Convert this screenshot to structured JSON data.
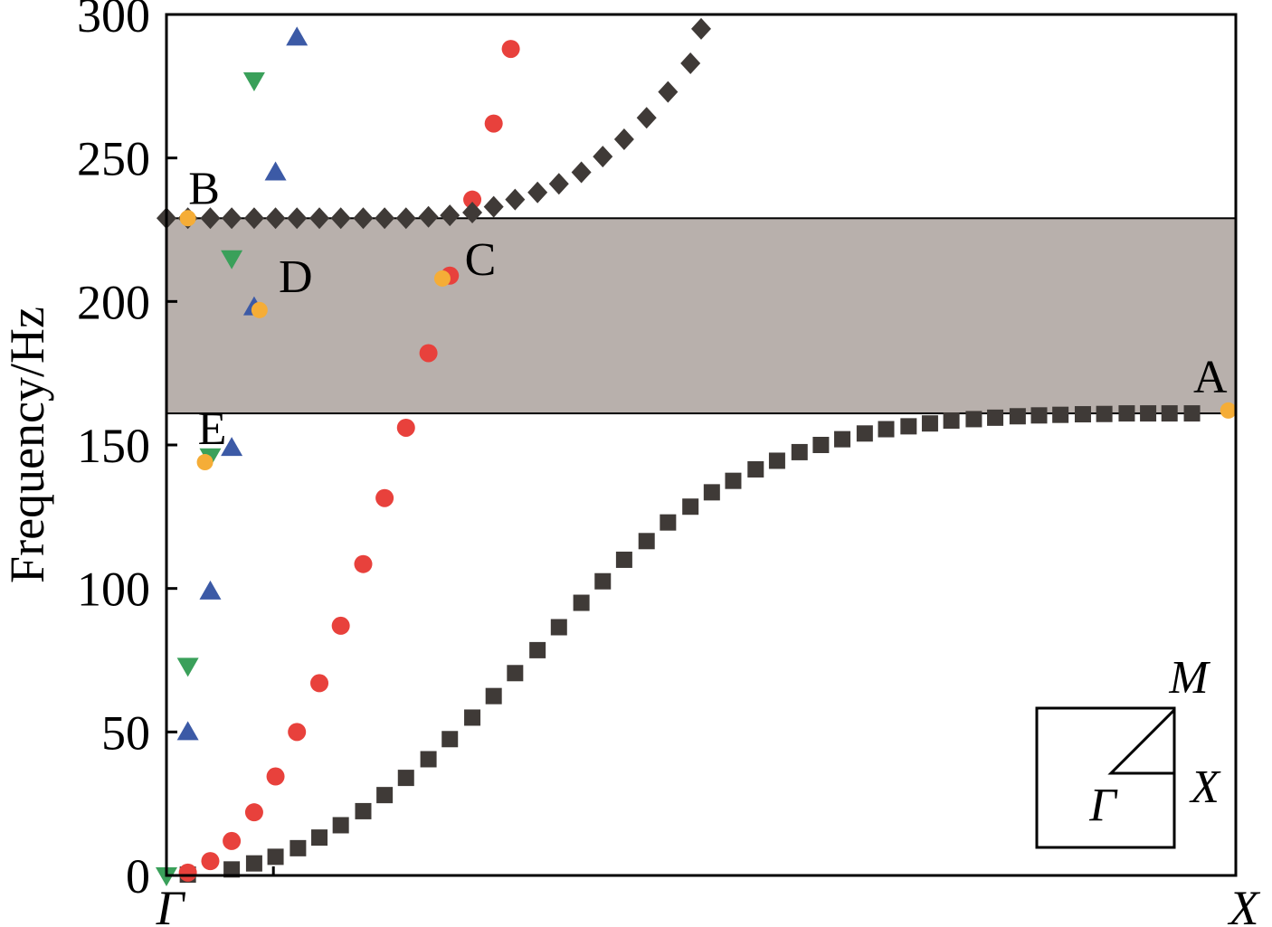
{
  "chart_data": {
    "type": "scatter",
    "title": "",
    "ylabel": "Frequency/Hz",
    "xlabel": "",
    "x_tick_labels": [
      "Γ",
      "X"
    ],
    "xlim": [
      0,
      1
    ],
    "ylim": [
      0,
      300
    ],
    "y_ticks": [
      0,
      50,
      100,
      150,
      200,
      250,
      300
    ],
    "y_tick_labels": [
      "0",
      "50",
      "100",
      "150",
      "200",
      "250",
      "300"
    ],
    "grid": false,
    "band_gap": {
      "from": 161,
      "to": 229,
      "color": "#b8b0ac"
    },
    "series": [
      {
        "marker": "square",
        "color": "#3f3a37",
        "points": [
          [
            0.02,
            0.3
          ],
          [
            0.061,
            2.1
          ],
          [
            0.082,
            4.2
          ],
          [
            0.102,
            6.5
          ],
          [
            0.123,
            9.5
          ],
          [
            0.143,
            13.2
          ],
          [
            0.163,
            17.5
          ],
          [
            0.184,
            22.4
          ],
          [
            0.204,
            28
          ],
          [
            0.224,
            34
          ],
          [
            0.245,
            40.5
          ],
          [
            0.265,
            47.5
          ],
          [
            0.286,
            55
          ],
          [
            0.306,
            62.5
          ],
          [
            0.326,
            70.5
          ],
          [
            0.347,
            78.5
          ],
          [
            0.367,
            86.5
          ],
          [
            0.388,
            95
          ],
          [
            0.408,
            102.5
          ],
          [
            0.428,
            110
          ],
          [
            0.449,
            116.5
          ],
          [
            0.469,
            123
          ],
          [
            0.49,
            128.5
          ],
          [
            0.51,
            133.5
          ],
          [
            0.53,
            137.5
          ],
          [
            0.551,
            141.5
          ],
          [
            0.571,
            144.5
          ],
          [
            0.592,
            147.5
          ],
          [
            0.612,
            150
          ],
          [
            0.632,
            152
          ],
          [
            0.653,
            154
          ],
          [
            0.673,
            155.5
          ],
          [
            0.694,
            156.5
          ],
          [
            0.714,
            157.5
          ],
          [
            0.734,
            158.5
          ],
          [
            0.755,
            159
          ],
          [
            0.775,
            159.5
          ],
          [
            0.796,
            160
          ],
          [
            0.816,
            160.3
          ],
          [
            0.836,
            160.5
          ],
          [
            0.857,
            160.7
          ],
          [
            0.877,
            160.8
          ],
          [
            0.898,
            161
          ],
          [
            0.918,
            161
          ],
          [
            0.938,
            161
          ],
          [
            0.959,
            161
          ]
        ]
      },
      {
        "marker": "circle",
        "color": "#e8413c",
        "points": [
          [
            0.02,
            1
          ],
          [
            0.041,
            5
          ],
          [
            0.061,
            12
          ],
          [
            0.082,
            22
          ],
          [
            0.102,
            34.5
          ],
          [
            0.122,
            50
          ],
          [
            0.143,
            67
          ],
          [
            0.163,
            87
          ],
          [
            0.184,
            108.5
          ],
          [
            0.204,
            131.5
          ],
          [
            0.224,
            156
          ],
          [
            0.245,
            182
          ],
          [
            0.265,
            209
          ],
          [
            0.286,
            235.5
          ],
          [
            0.306,
            262
          ],
          [
            0.322,
            288
          ]
        ]
      },
      {
        "marker": "triangle-up",
        "color": "#3c5aa6",
        "points": [
          [
            0.02,
            50
          ],
          [
            0.041,
            99
          ],
          [
            0.061,
            149
          ],
          [
            0.082,
            198
          ],
          [
            0.102,
            245
          ],
          [
            0.122,
            292
          ]
        ]
      },
      {
        "marker": "triangle-down",
        "color": "#3aa05a",
        "points": [
          [
            0.0,
            0
          ],
          [
            0.02,
            73
          ],
          [
            0.041,
            146
          ],
          [
            0.061,
            215
          ],
          [
            0.082,
            277
          ]
        ]
      },
      {
        "marker": "diamond",
        "color": "#3f3a37",
        "points": [
          [
            0.0,
            229
          ],
          [
            0.02,
            229
          ],
          [
            0.041,
            229
          ],
          [
            0.061,
            229
          ],
          [
            0.082,
            229
          ],
          [
            0.102,
            229
          ],
          [
            0.122,
            229
          ],
          [
            0.143,
            229
          ],
          [
            0.163,
            229
          ],
          [
            0.184,
            229
          ],
          [
            0.204,
            229
          ],
          [
            0.224,
            229
          ],
          [
            0.245,
            229.5
          ],
          [
            0.265,
            230
          ],
          [
            0.286,
            231
          ],
          [
            0.306,
            233
          ],
          [
            0.326,
            235.5
          ],
          [
            0.347,
            238
          ],
          [
            0.367,
            241
          ],
          [
            0.388,
            245
          ],
          [
            0.408,
            250.5
          ],
          [
            0.428,
            256.5
          ],
          [
            0.449,
            264
          ],
          [
            0.469,
            273
          ],
          [
            0.49,
            283
          ],
          [
            0.5,
            295
          ]
        ]
      }
    ],
    "annotations": [
      {
        "label": "A",
        "x": 0.993,
        "y": 162
      },
      {
        "label": "B",
        "x": 0.02,
        "y": 229
      },
      {
        "label": "C",
        "x": 0.258,
        "y": 208
      },
      {
        "label": "D",
        "x": 0.087,
        "y": 197
      },
      {
        "label": "E",
        "x": 0.036,
        "y": 144
      }
    ],
    "annotation_color": "#f5ad37",
    "inset": {
      "labels": [
        "M",
        "X",
        "Γ"
      ]
    }
  }
}
